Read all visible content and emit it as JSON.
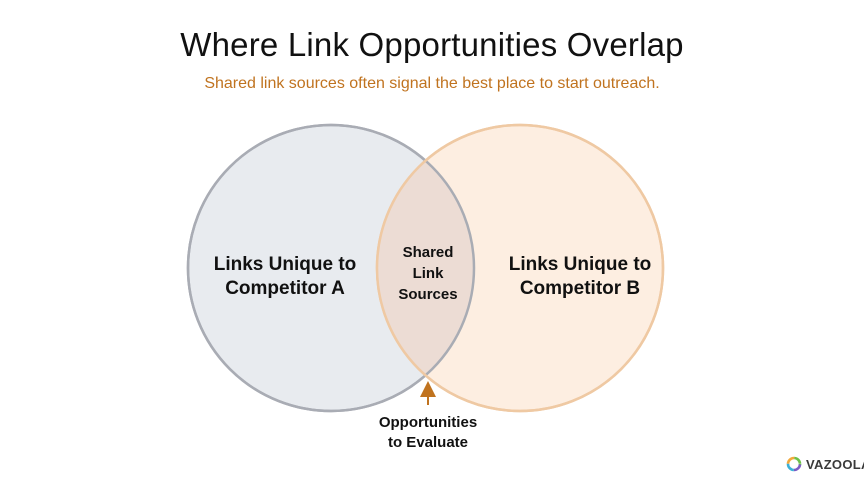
{
  "title": "Where Link Opportunities Overlap",
  "subtitle": "Shared link sources often signal the best place to start outreach.",
  "circles": {
    "left": {
      "label_line1": "Links Unique to",
      "label_line2": "Competitor A",
      "fill": "#e8ebef",
      "stroke": "#a9acb4"
    },
    "right": {
      "label_line1": "Links Unique to",
      "label_line2": "Competitor B",
      "fill": "#fdeee1",
      "stroke": "#efc9a3"
    },
    "overlap": {
      "label_line1": "Shared",
      "label_line2": "Link",
      "label_line3": "Sources",
      "fill": "#ecdcd4"
    }
  },
  "callout": {
    "line1": "Opportunities",
    "line2": "to Evaluate",
    "arrow_color": "#c0731f"
  },
  "brand": {
    "name": "VAZOOLA",
    "logo_icon": "vazoola-logo-icon"
  }
}
